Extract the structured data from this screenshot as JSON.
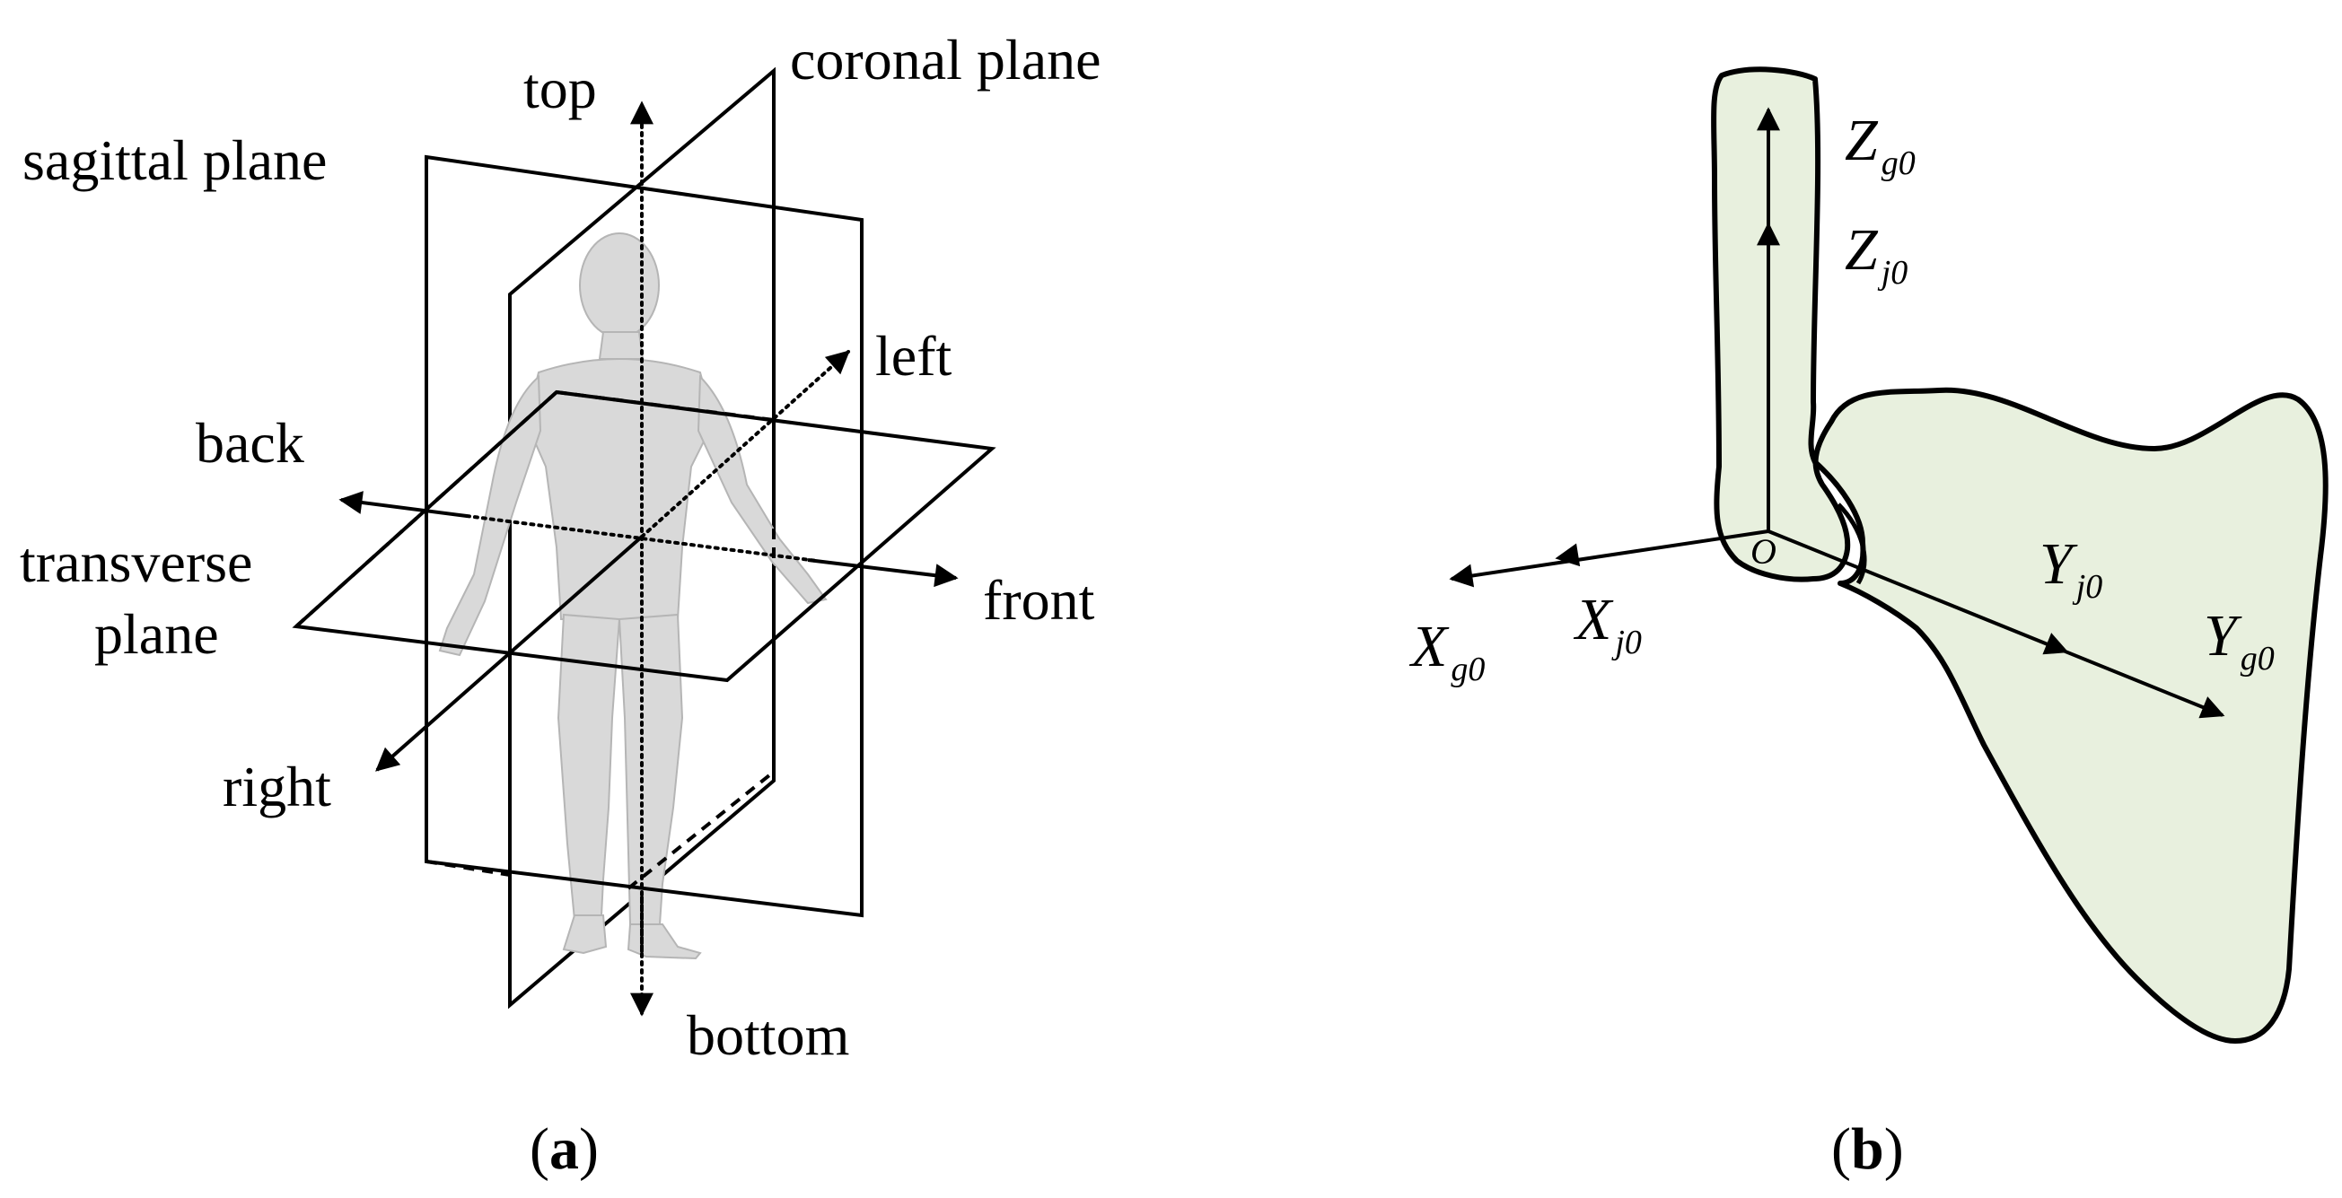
{
  "panel_a": {
    "caption": "a",
    "planes": {
      "sagittal": "sagittal plane",
      "coronal": "coronal plane",
      "transverse_line1": "transverse",
      "transverse_line2": "plane"
    },
    "directions": {
      "top": "top",
      "bottom": "bottom",
      "left": "left",
      "right": "right",
      "front": "front",
      "back": "back"
    }
  },
  "panel_b": {
    "caption": "b",
    "origin": "O",
    "axes": {
      "z_g": {
        "base": "Z",
        "sub": "g0"
      },
      "z_j": {
        "base": "Z",
        "sub": "j0"
      },
      "x_g": {
        "base": "X",
        "sub": "g0"
      },
      "x_j": {
        "base": "X",
        "sub": "j0"
      },
      "y_g": {
        "base": "Y",
        "sub": "g0"
      },
      "y_j": {
        "base": "Y",
        "sub": "j0"
      }
    },
    "fill_color": "#e8f0de"
  }
}
